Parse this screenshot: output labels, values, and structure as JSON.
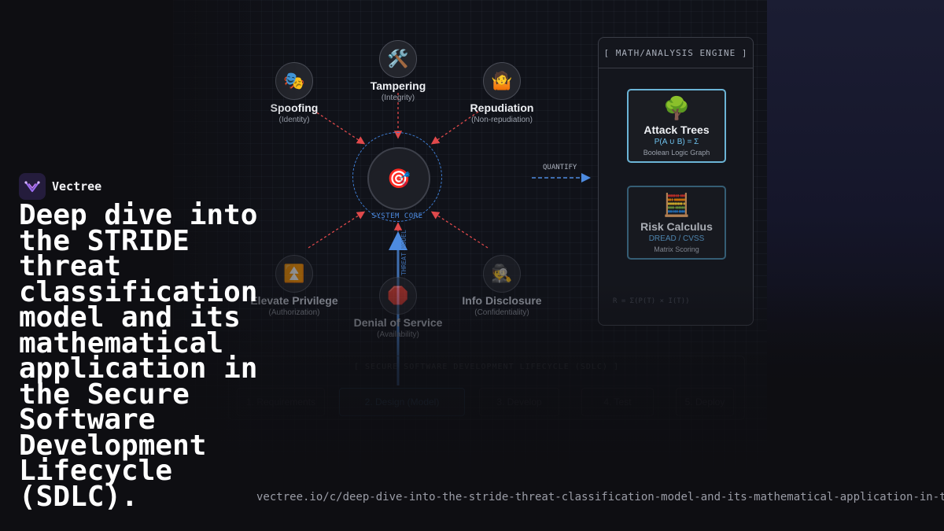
{
  "brand": {
    "name": "Vectree"
  },
  "headline": "Deep dive into the STRIDE threat classification model and its mathematical application in the Secure Software Development Lifecycle (SDLC).",
  "url": "vectree.io/c/deep-dive-into-the-stride-threat-classification-model-and-its-mathematical-application-in-t",
  "diagram": {
    "nodes": [
      {
        "label": "Spoofing",
        "sub": "(Identity)",
        "icon": "🎭"
      },
      {
        "label": "Tampering",
        "sub": "(Integrity)",
        "icon": "🛠️"
      },
      {
        "label": "Repudiation",
        "sub": "(Non-repudiation)",
        "icon": "🤷"
      },
      {
        "label": "Elevate Privilege",
        "sub": "(Authorization)",
        "icon": "⏫"
      },
      {
        "label": "Denial of Service",
        "sub": "(Availability)",
        "icon": "🛑"
      },
      {
        "label": "Info Disclosure",
        "sub": "(Confidentiality)",
        "icon": "🕵️"
      }
    ],
    "core": {
      "label": "SYSTEM CORE",
      "icon": "🎯"
    },
    "quantify_label": "QUANTIFY",
    "vertical_label": "THREAT MODEL"
  },
  "engine": {
    "title": "[ MATH/ANALYSIS ENGINE ]",
    "cards": [
      {
        "icon": "🌳",
        "title": "Attack Trees",
        "formula": "P(A ∪ B) = Σ",
        "sub": "Boolean Logic Graph"
      },
      {
        "icon": "🧮",
        "title": "Risk Calculus",
        "formula": "DREAD / CVSS",
        "sub": "Matrix Scoring"
      }
    ],
    "footer_formula": "R = Σ(P(T) × I(T))"
  },
  "sdlc": {
    "title": "[ SECURE SOFTWARE DEVELOPMENT LIFECYCLE (SDLC) ]",
    "steps": [
      "1. Requirements",
      "2. Design (Model)",
      "3. Develop",
      "4. Test",
      "5. Deploy"
    ]
  },
  "colors": {
    "threat_arrow": "#e0494b",
    "core_ring": "#3f7fd6",
    "card_accent": "#6bb4d6"
  }
}
